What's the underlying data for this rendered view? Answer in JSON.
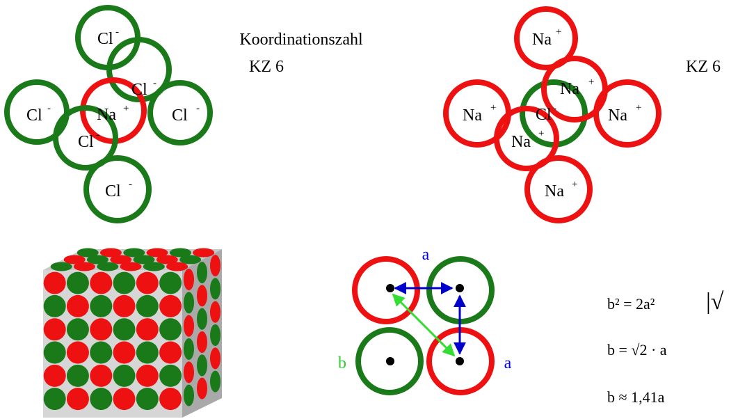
{
  "top_left": {
    "center_ion": {
      "text": "Na",
      "charge": "+"
    },
    "neighbor_ion": {
      "text": "Cl",
      "charge": "-"
    },
    "title": "Koordinationszahl",
    "kz": "KZ 6"
  },
  "top_right": {
    "center_ion": {
      "text": "Cl",
      "charge": "-"
    },
    "neighbor_ion": {
      "text": "Na",
      "charge": "+"
    },
    "kz": "KZ 6"
  },
  "distance_figure": {
    "label_a_top": "a",
    "label_a_right": "a",
    "label_b": "b"
  },
  "formulas": {
    "line1": "b² = 2a²",
    "line1_op": "|√",
    "line2": "b = √2 · a",
    "line3": "b ≈ 1,41a"
  },
  "colors": {
    "sodium": "#ee1111",
    "chlorine": "#1a7a1a",
    "arrow_a": "#0000cc",
    "arrow_b": "#33dd33",
    "label_a": "#0000ee",
    "label_b": "#33cc33"
  }
}
